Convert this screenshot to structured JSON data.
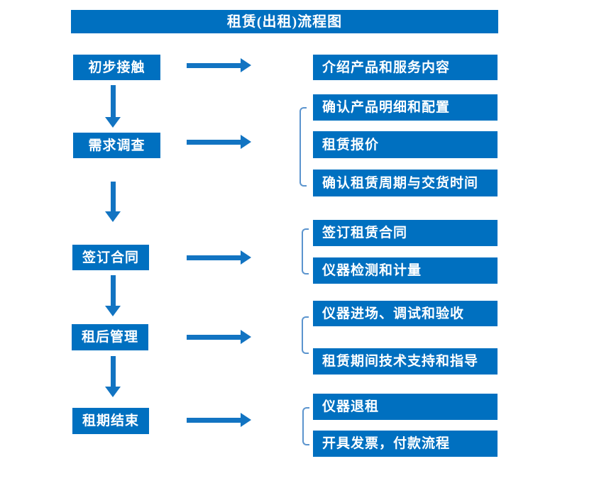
{
  "title": "租赁(出租)流程图",
  "colors": {
    "box_blue": "#0070C0",
    "arrow_blue": "#1274C2",
    "bracket_blue": "#5B94CE",
    "text_white": "#FFFFFF"
  },
  "flow": {
    "stages": [
      {
        "label": "初步接触",
        "details": [
          "介绍产品和服务内容"
        ]
      },
      {
        "label": "需求调查",
        "details": [
          "确认产品明细和配置",
          "租赁报价",
          "确认租赁周期与交货时间"
        ]
      },
      {
        "label": "签订合同",
        "details": [
          "签订租赁合同",
          "仪器检测和计量"
        ]
      },
      {
        "label": "租后管理",
        "details": [
          "仪器进场、调试和验收",
          "租赁期间技术支持和指导"
        ]
      },
      {
        "label": "租期结束",
        "details": [
          "仪器退租",
          "开具发票，付款流程"
        ]
      }
    ]
  }
}
